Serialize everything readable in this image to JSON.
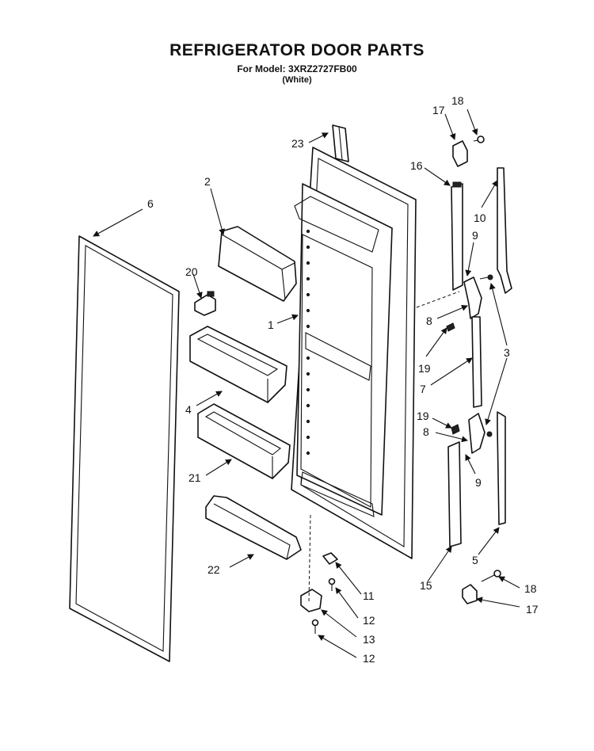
{
  "header": {
    "title": "REFRIGERATOR DOOR PARTS",
    "model_line": "For Model: 3XRZ2727FB00",
    "color_line": "(White)"
  },
  "callouts": {
    "c23": "23",
    "c17a": "17",
    "c18a": "18",
    "c16": "16",
    "c2": "2",
    "c6": "6",
    "c10": "10",
    "c9a": "9",
    "c20": "20",
    "c1": "1",
    "c8a": "8",
    "c3": "3",
    "c19a": "19",
    "c4": "4",
    "c7": "7",
    "c19b": "19",
    "c8b": "8",
    "c21": "21",
    "c9b": "9",
    "c22": "22",
    "c5": "5",
    "c15": "15",
    "c11": "11",
    "c12a": "12",
    "c18b": "18",
    "c13": "13",
    "c17b": "17",
    "c12b": "12"
  }
}
